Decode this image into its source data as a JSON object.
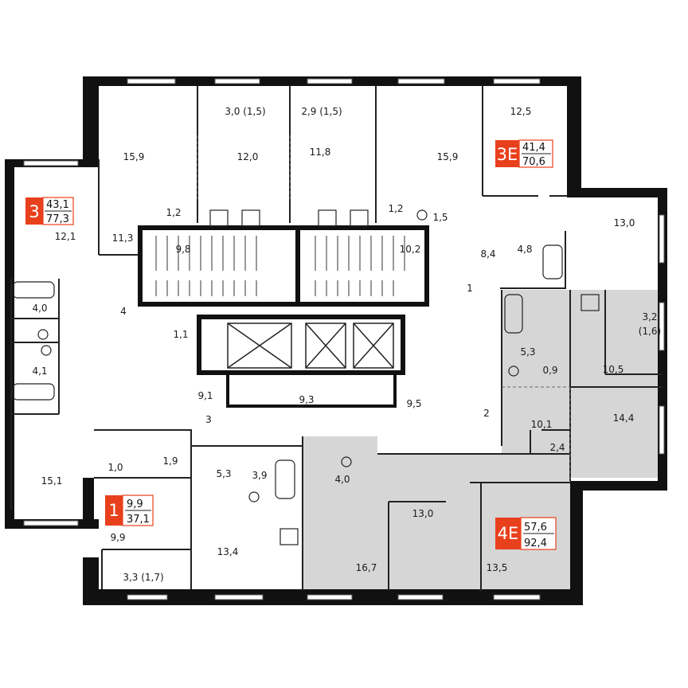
{
  "colors": {
    "accent": "#e8401c",
    "wall": "#111111",
    "highlight": "#d6d6d6",
    "line": "#222222"
  },
  "badges": {
    "apt_3": {
      "type": "3",
      "living": "43,1",
      "total": "77,3"
    },
    "apt_3e": {
      "type": "3E",
      "living": "41,4",
      "total": "70,6"
    },
    "apt_1": {
      "type": "1",
      "living": "9,9",
      "total": "37,1"
    },
    "apt_4e": {
      "type": "4E",
      "living": "57,6",
      "total": "92,4"
    }
  },
  "rooms": {
    "r_15_9_left": "15,9",
    "r_3_0": "3,0 (1,5)",
    "r_2_9": "2,9 (1,5)",
    "r_12_5": "12,5",
    "r_12_0": "12,0",
    "r_11_8": "11,8",
    "r_15_9_right": "15,9",
    "r_1_2_left": "1,2",
    "r_1_2_right": "1,2",
    "r_1_5": "1,5",
    "r_13_0_right": "13,0",
    "r_12_1": "12,1",
    "r_11_3": "11,3",
    "r_9_8": "9,8",
    "r_10_2": "10,2",
    "r_8_4": "8,4",
    "r_4_8": "4,8",
    "r_4_0_left": "4,0",
    "r_4_label": "4",
    "r_1_label": "1",
    "r_3_2": "3,2",
    "r_1_6": "(1,6)",
    "r_1_1": "1,1",
    "r_4_1": "4,1",
    "r_5_3_right": "5,3",
    "r_10_5": "10,5",
    "r_0_9": "0,9",
    "r_9_1": "9,1",
    "r_9_3": "9,3",
    "r_9_5": "9,5",
    "r_3_label": "3",
    "r_2_label": "2",
    "r_14_4": "14,4",
    "r_10_1": "10,1",
    "r_15_1": "15,1",
    "r_1_0": "1,0",
    "r_1_9": "1,9",
    "r_5_3_left": "5,3",
    "r_3_9": "3,9",
    "r_4_0_mid": "4,0",
    "r_2_4": "2,4",
    "r_13_0_mid": "13,0",
    "r_9_9": "9,9",
    "r_13_4": "13,4",
    "r_16_7": "16,7",
    "r_13_5": "13,5",
    "r_3_3": "3,3 (1,7)"
  }
}
